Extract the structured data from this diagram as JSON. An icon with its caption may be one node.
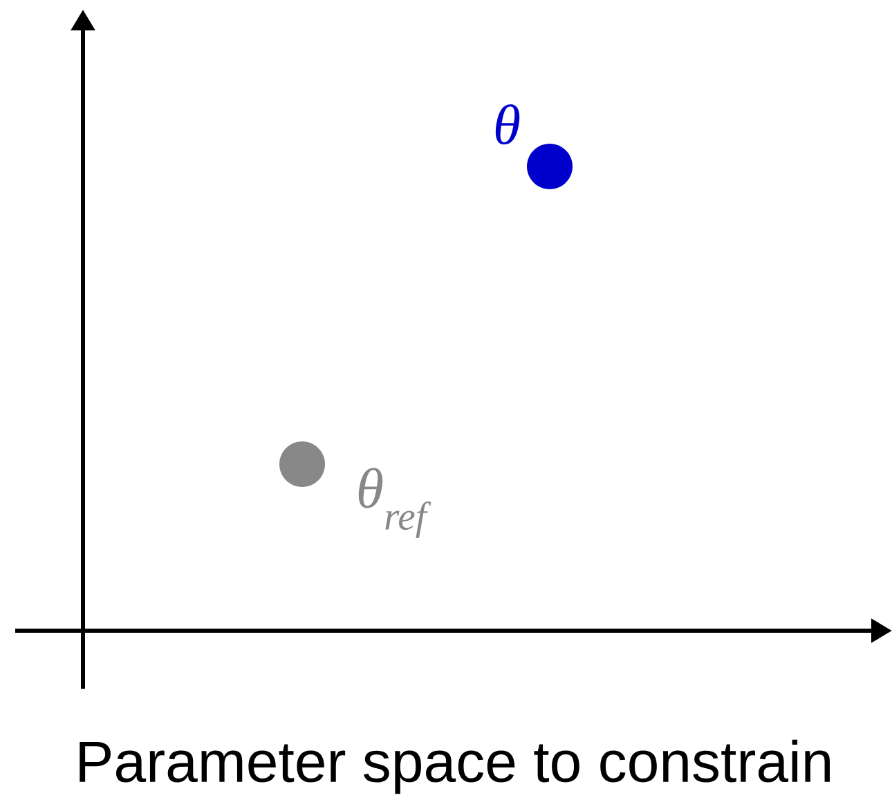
{
  "diagram": {
    "caption": "Parameter space to constrain",
    "nodes": [
      {
        "text": [],
        "shape": "circle",
        "beside": [
          "θ"
        ]
      },
      {
        "text": [],
        "shape": "circle",
        "beside": [
          "θ$_{ref}$"
        ]
      }
    ]
  }
}
